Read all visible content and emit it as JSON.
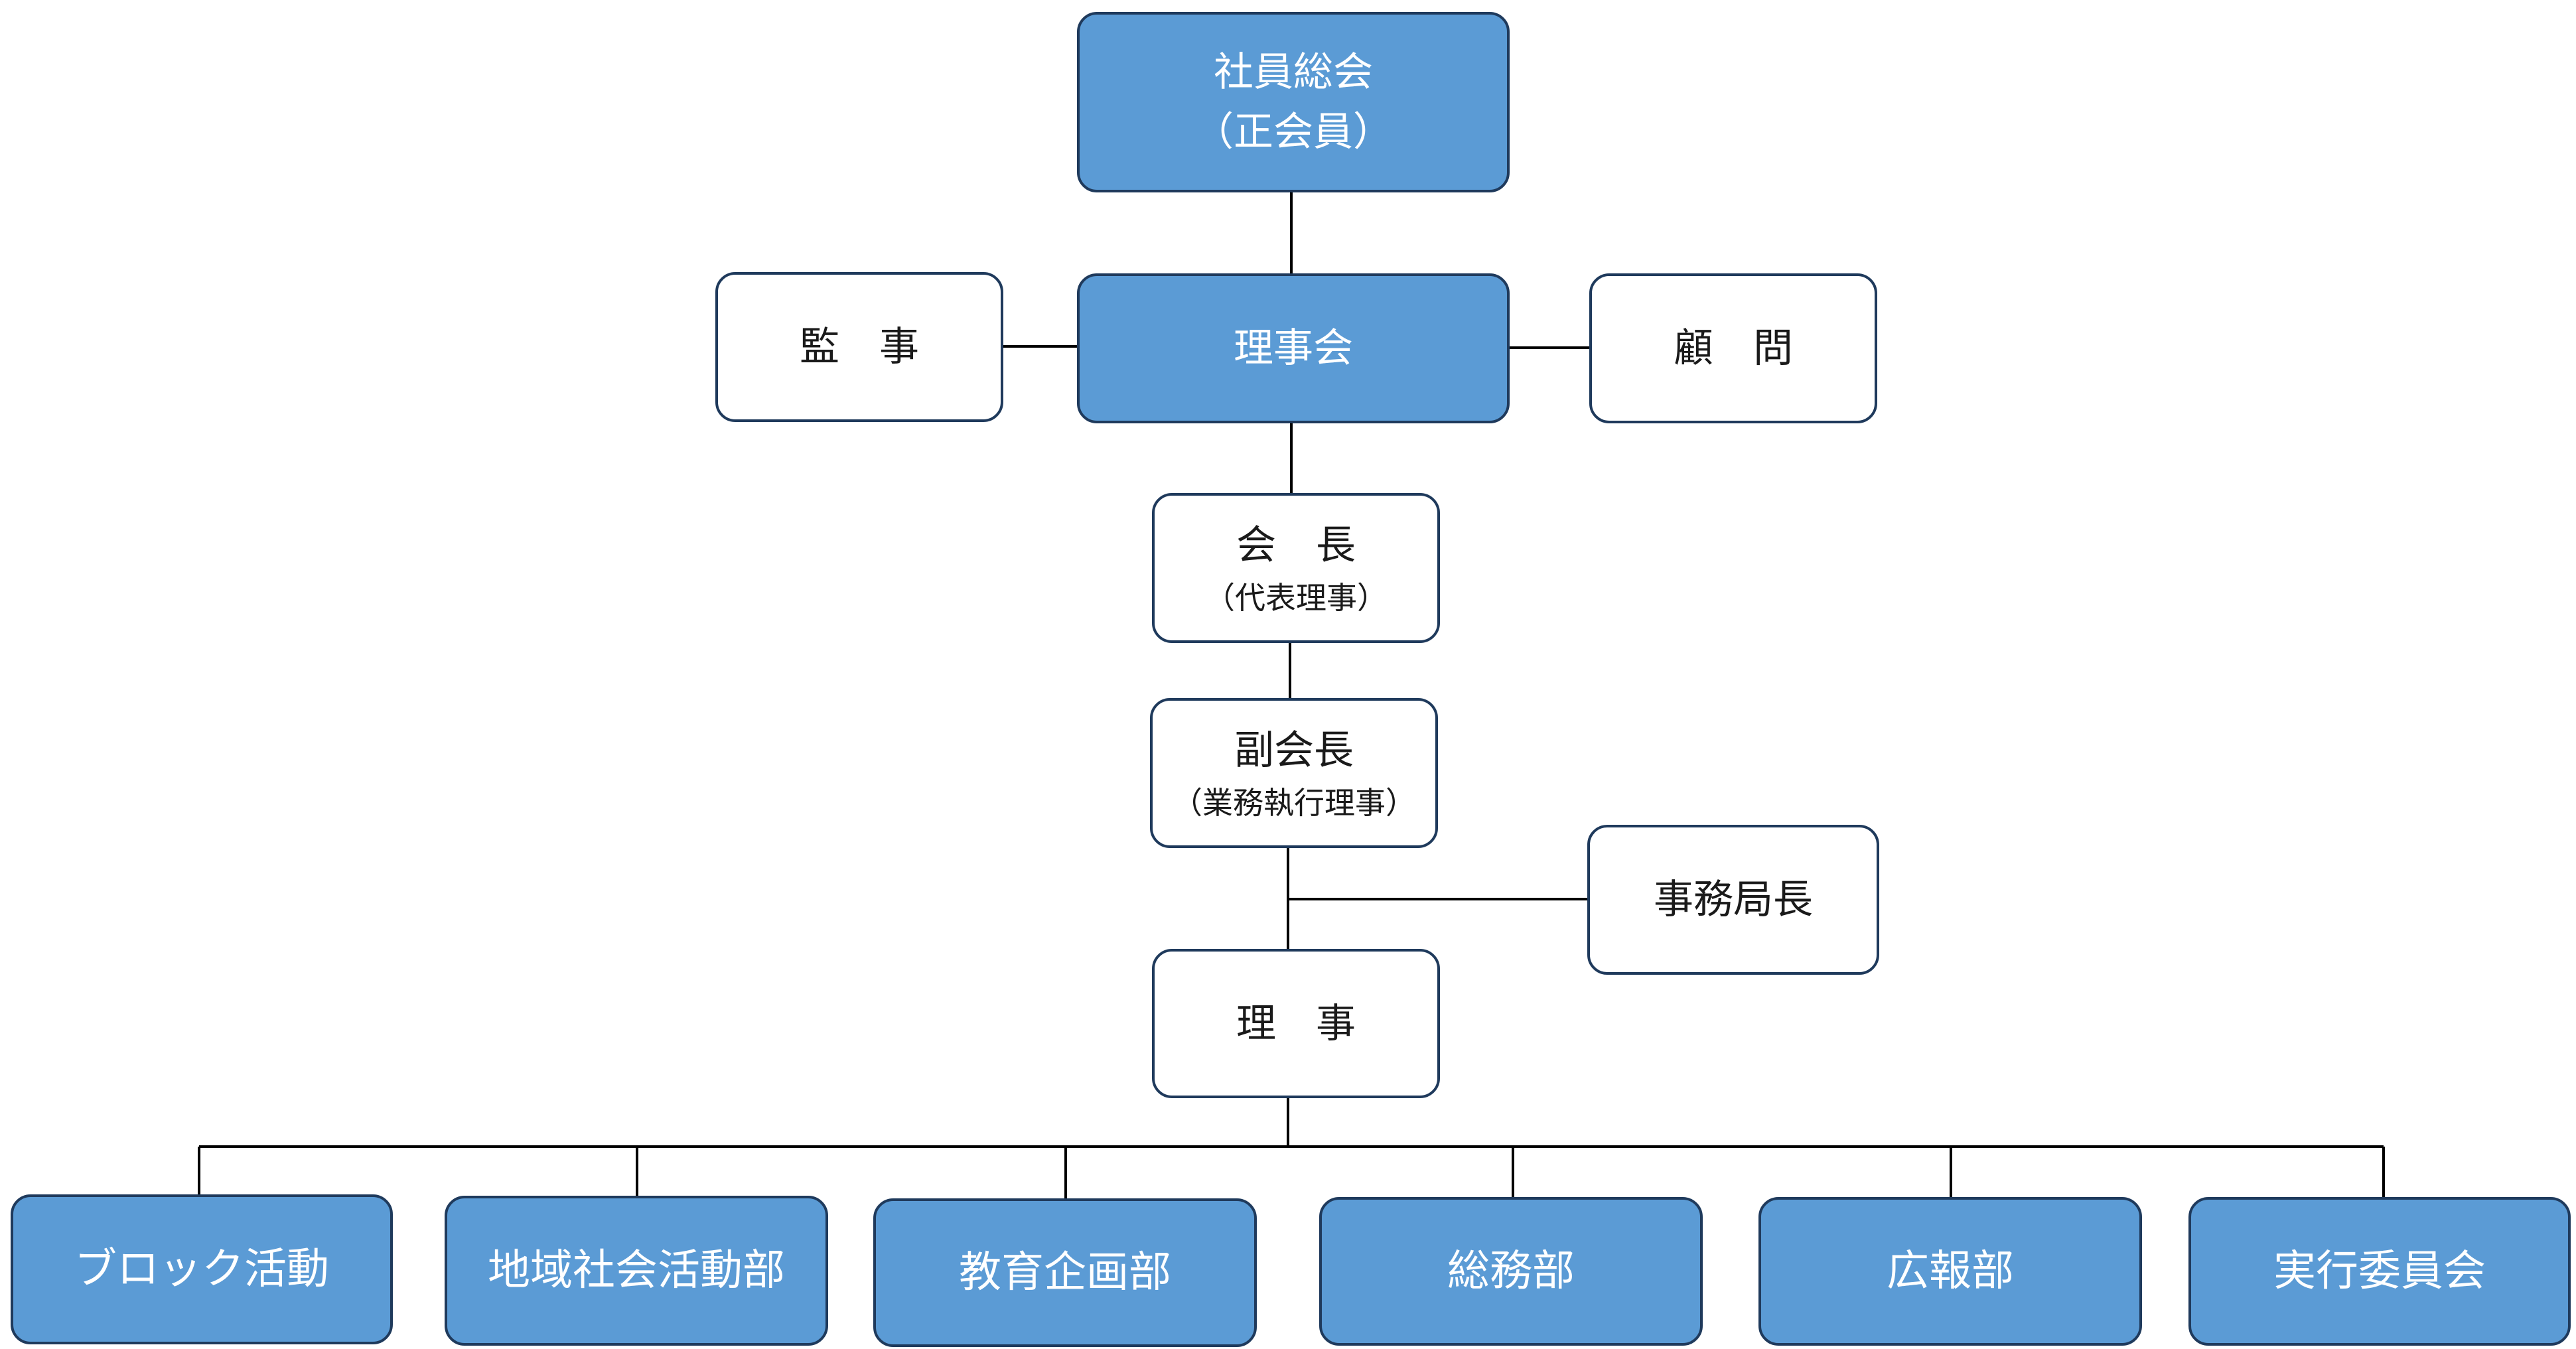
{
  "org_chart": {
    "general_meeting": {
      "line1": "社員総会",
      "line2": "（正会員）"
    },
    "board": {
      "label": "理事会"
    },
    "auditor": {
      "label": "監　事"
    },
    "advisor": {
      "label": "顧　問"
    },
    "president": {
      "line1": "会　長",
      "line2": "（代表理事）"
    },
    "vice_president": {
      "line1": "副会長",
      "line2": "（業務執行理事）"
    },
    "secretary_general": {
      "label": "事務局長"
    },
    "directors": {
      "label": "理　事"
    },
    "departments": [
      {
        "label": "ブロック活動"
      },
      {
        "label": "地域社会活動部"
      },
      {
        "label": "教育企画部"
      },
      {
        "label": "総務部"
      },
      {
        "label": "広報部"
      },
      {
        "label": "実行委員会"
      }
    ]
  },
  "colors": {
    "highlight_fill": "#5b9bd5",
    "border": "#1f3a5c",
    "connector": "#000000"
  }
}
